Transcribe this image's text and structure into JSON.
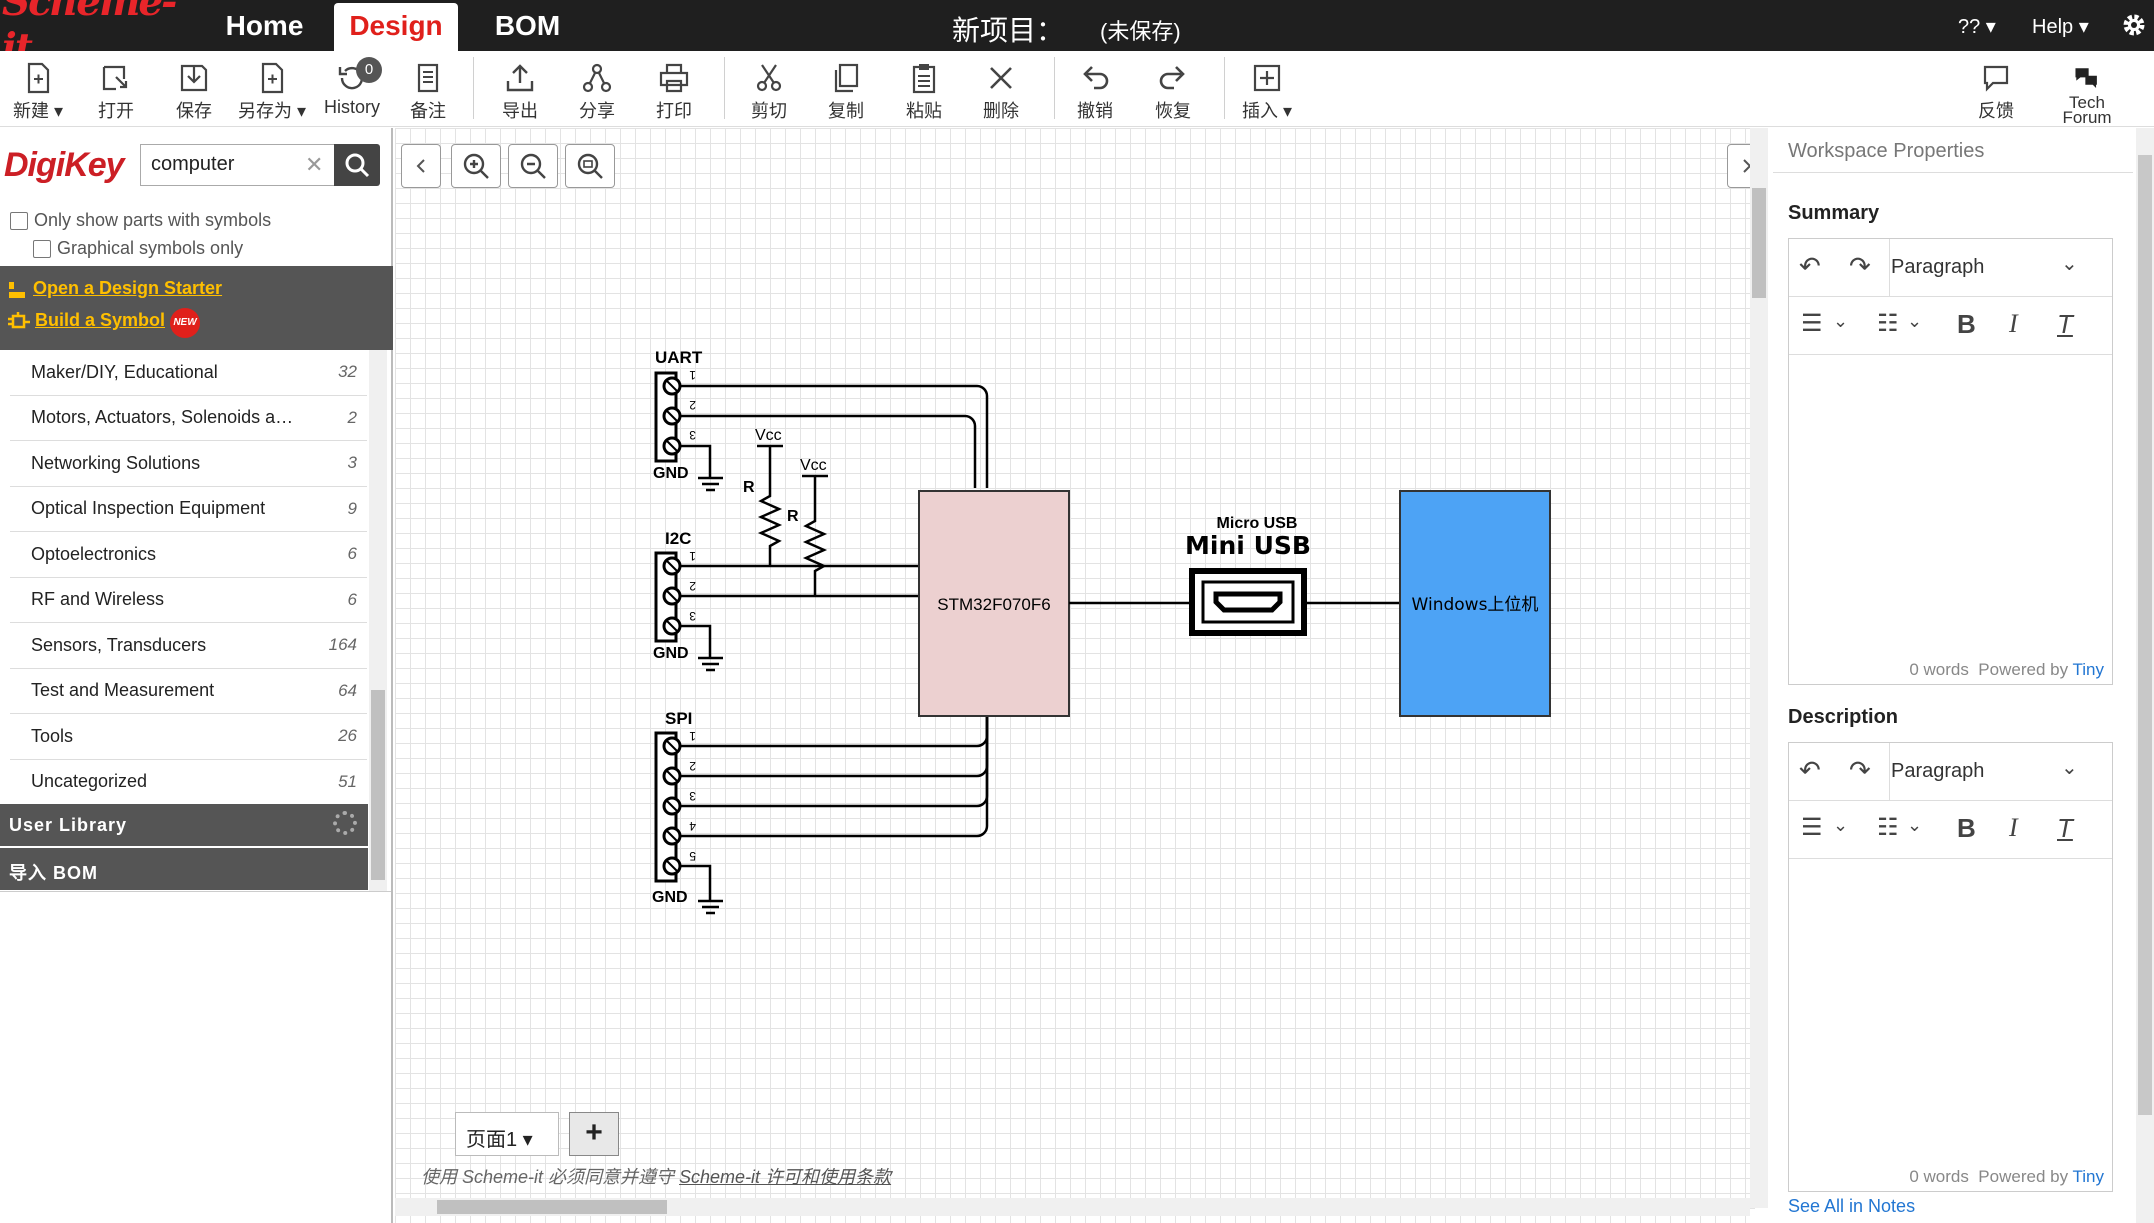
{
  "app": {
    "logo": "Scheme-it",
    "tabs": [
      "Home",
      "Design",
      "BOM"
    ],
    "active_tab": "Design",
    "project_title": "新项目：",
    "project_status": "(未保存)",
    "lang": "?? ▾",
    "help": "Help ▾"
  },
  "toolbar": {
    "new": "新建 ▾",
    "open": "打开",
    "save": "保存",
    "save_as": "另存为 ▾",
    "history": "History",
    "history_count": "0",
    "notes": "备注",
    "export": "导出",
    "share": "分享",
    "print": "打印",
    "cut": "剪切",
    "copy": "复制",
    "paste": "粘贴",
    "delete": "删除",
    "undo": "撤销",
    "redo": "恢复",
    "insert": "插入 ▾",
    "feedback": "反馈",
    "tech_forum_1": "Tech",
    "tech_forum_2": "Forum"
  },
  "left": {
    "brand": "DigiKey",
    "search_value": "computer",
    "only_symbols": "Only show parts with symbols",
    "graphical_only": "Graphical symbols only",
    "design_starter": "Open a Design Starter",
    "build_symbol": "Build a Symbol",
    "new_badge": "NEW",
    "categories": [
      {
        "name": "Maker/DIY, Educational",
        "count": "32"
      },
      {
        "name": "Motors, Actuators, Solenoids a…",
        "count": "2"
      },
      {
        "name": "Networking Solutions",
        "count": "3"
      },
      {
        "name": "Optical Inspection Equipment",
        "count": "9"
      },
      {
        "name": "Optoelectronics",
        "count": "6"
      },
      {
        "name": "RF and Wireless",
        "count": "6"
      },
      {
        "name": "Sensors, Transducers",
        "count": "164"
      },
      {
        "name": "Test and Measurement",
        "count": "64"
      },
      {
        "name": "Tools",
        "count": "26"
      },
      {
        "name": "Uncategorized",
        "count": "51"
      }
    ],
    "user_library": "User Library",
    "import_bom": "导入 BOM"
  },
  "canvas": {
    "uart": "UART",
    "i2c": "I2C",
    "spi": "SPI",
    "gnd": "GND",
    "vcc": "Vcc",
    "r": "R",
    "mcu": "STM32F070F6",
    "usb_small": "Micro USB",
    "usb_big": "Mini USB",
    "pc": "Windows上位机",
    "pins": [
      "1",
      "2",
      "3",
      "4",
      "5"
    ],
    "page": "页面1 ▾",
    "add_page": "+",
    "legal_pre": "使用 Scheme-it 必须同意并遵守 ",
    "legal_link": "Scheme-it 许可和使用条款"
  },
  "right": {
    "title": "Workspace Properties",
    "summary": "Summary",
    "description": "Description",
    "paragraph": "Paragraph",
    "words": "0 words",
    "powered": "Powered by",
    "tiny": "Tiny",
    "see_all": "See All in Notes"
  },
  "colors": {
    "mcu_fill": "#ecd0d0",
    "pc_fill": "#4da3f5",
    "brand_red": "#e0201b"
  }
}
